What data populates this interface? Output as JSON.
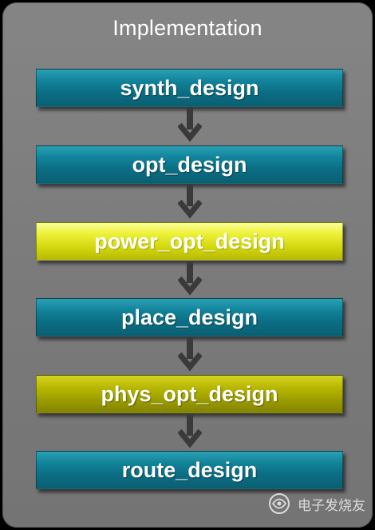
{
  "title": "Implementation",
  "steps": [
    {
      "label": "synth_design",
      "style": "teal"
    },
    {
      "label": "opt_design",
      "style": "teal"
    },
    {
      "label": "power_opt_design",
      "style": "yellow-bright"
    },
    {
      "label": "place_design",
      "style": "teal"
    },
    {
      "label": "phys_opt_design",
      "style": "yellow-olive"
    },
    {
      "label": "route_design",
      "style": "teal"
    }
  ],
  "watermark": {
    "text": "电子发烧友",
    "icon": "watermark-logo-icon"
  },
  "colors": {
    "panel": "#7e7e7e",
    "teal": "#0b7088",
    "yellow_bright": "#e6ea2a",
    "yellow_olive": "#a8a800",
    "arrow": "#3a3a3a"
  }
}
